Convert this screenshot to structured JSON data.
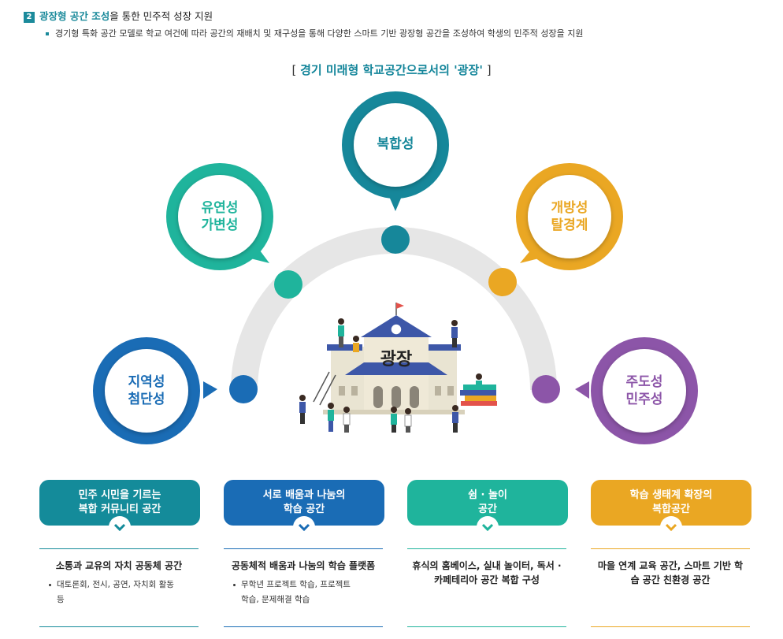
{
  "header": {
    "number": "2",
    "title_highlight": "광장형 공간 조성",
    "title_rest": "을 통한 민주적 성장 지원",
    "bullet": "경기형 특화 공간 모델로 학교 여건에 따라 공간의 재배치 및 재구성을 통해 다양한 스마트 기반 광장형 공간을 조성하여 학생의 민주적 성장을 지원"
  },
  "diagram": {
    "bracket_open": "[ ",
    "title": "경기 미래형 학교공간으로서의 '광장'",
    "bracket_close": " ]",
    "center_label": "광장",
    "bubbles": [
      {
        "line1": "지역성",
        "line2": "첨단성",
        "color": "#1a6cb5"
      },
      {
        "line1": "유연성",
        "line2": "가변성",
        "color": "#1fb49c"
      },
      {
        "line1": "복합성",
        "line2": "",
        "color": "#16879a"
      },
      {
        "line1": "개방성",
        "line2": "탈경계",
        "color": "#eaa723"
      },
      {
        "line1": "주도성",
        "line2": "민주성",
        "color": "#8c55a8"
      }
    ]
  },
  "cards": [
    {
      "head1": "민주 시민을 기르는",
      "head2": "복합 커뮤니티 공간",
      "color": "#148b9a",
      "title": "소통과 교유의 자치 공동체 공간",
      "items": [
        "대토론회, 전시, 공연, 자치회 활동",
        "등"
      ]
    },
    {
      "head1": "서로 배움과 나눔의",
      "head2": "학습 공간",
      "color": "#1a6cb5",
      "title": "공동체적 배움과 나눔의 학습 플랫폼",
      "items": [
        "무학년 프로젝트 학습, 프로젝트",
        "학습, 문제해결 학습"
      ]
    },
    {
      "head1": "쉼 · 놀이",
      "head2": "공간",
      "color": "#1fb49c",
      "title": "휴식의 홈베이스, 실내 놀이터, 독서 · 카페테리아 공간 복합 구성",
      "items": []
    },
    {
      "head1": "학습 생태계 확장의",
      "head2": "복합공간",
      "color": "#eaa723",
      "title": "마을 연계 교육 공간, 스마트 기반 학습 공간 친환경 공간",
      "items": []
    }
  ]
}
